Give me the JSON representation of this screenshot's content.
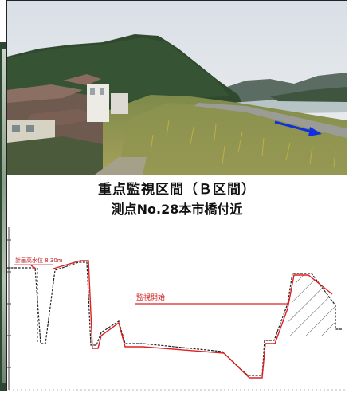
{
  "caption": {
    "line1": "重点監視区間（Ｂ区間）",
    "line2": "測点No.28本市橋付近"
  },
  "profile": {
    "water_level_label": "計画高水位 8.30m",
    "monitor_label": "監視開始"
  },
  "photo": {
    "arrow_color": "#1030e0"
  }
}
